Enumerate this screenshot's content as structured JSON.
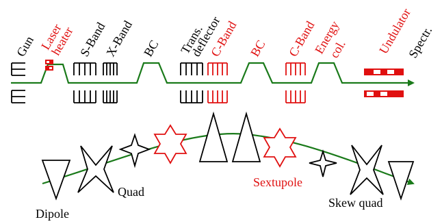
{
  "colors": {
    "beam": "#1a7a1a",
    "black": "#000000",
    "red": "#e01010"
  },
  "beamline": {
    "labels": {
      "gun": "Gun",
      "laser": "Laser",
      "heater": "heater",
      "s_band": "S-Band",
      "x_band": "X-Band",
      "bc1": "BC",
      "trans": "Trans.",
      "deflector": "deflector",
      "c_band_1": "C-Band",
      "bc2": "BC",
      "c_band_2": "C-Band",
      "energy": "Energy",
      "col": "col.",
      "undulator": "Undulator",
      "spectr": "Spectr."
    }
  },
  "magnets": {
    "labels": {
      "dipole": "Dipole",
      "quad": "Quad",
      "sextupole": "Sextupole",
      "skew_quad": "Skew quad"
    }
  }
}
